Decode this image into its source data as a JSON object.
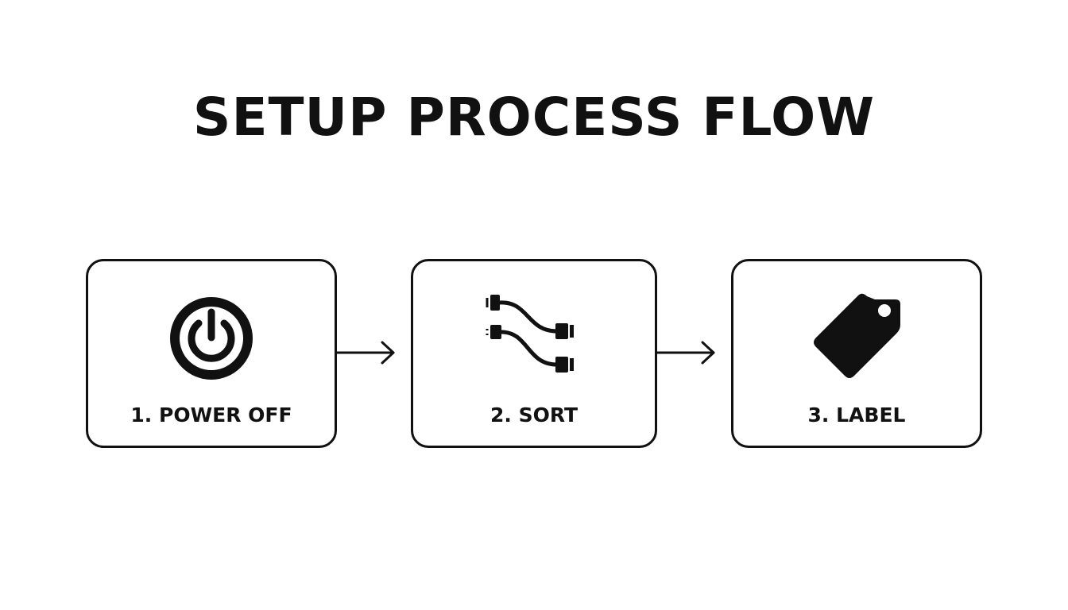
{
  "title": "SETUP PROCESS FLOW",
  "steps": [
    {
      "label": "1. POWER OFF",
      "icon": "power-icon"
    },
    {
      "label": "2. SORT",
      "icon": "cables-icon"
    },
    {
      "label": "3. LABEL",
      "icon": "tag-icon"
    }
  ],
  "colors": {
    "ink": "#111111",
    "background": "#ffffff"
  }
}
